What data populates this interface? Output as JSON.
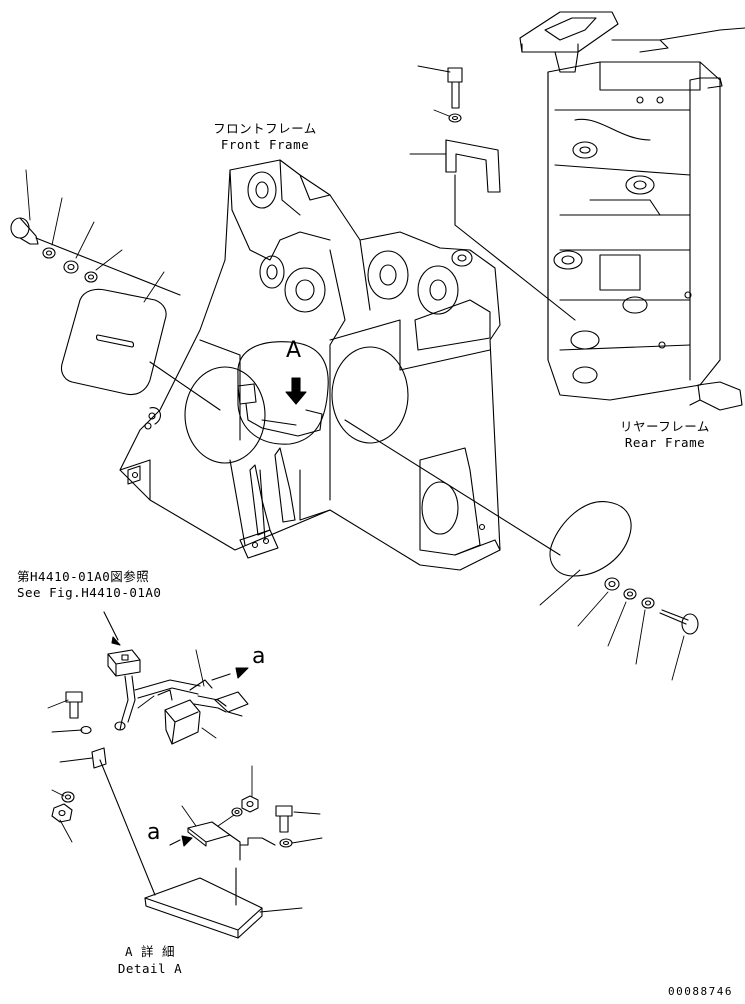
{
  "labels": {
    "front_frame_jp": "フロントフレーム",
    "front_frame_en": "Front Frame",
    "rear_frame_jp": "リヤーフレーム",
    "rear_frame_en": "Rear Frame",
    "see_fig_jp": "第H4410-01A0図参照",
    "see_fig_en": "See Fig.H4410-01A0",
    "detail_jp": "A 詳 細",
    "detail_en": "Detail A",
    "view_a": "A",
    "connector_a_1": "a",
    "connector_a_2": "a",
    "drawing_number": "00088746"
  }
}
